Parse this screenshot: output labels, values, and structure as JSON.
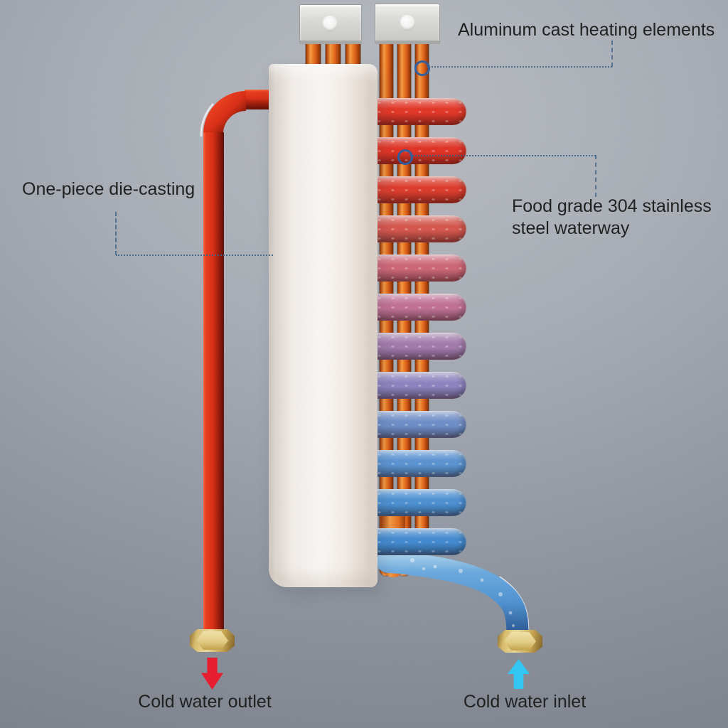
{
  "labels": {
    "heating_elements": "Aluminum cast heating elements",
    "die_casting": "One-piece die-casting",
    "waterway_lines": [
      "Food grade 304 stainless",
      "steel waterway"
    ],
    "outlet": "Cold water outlet",
    "inlet": "Cold water inlet"
  },
  "colors": {
    "background_light": "#b7bac1",
    "background_dark": "#7a7f89",
    "label_text": "#1c1c1c",
    "callout_line": "#3d6186",
    "callout_ring": "#2b5c9e",
    "outlet_arrow": "#e8192c",
    "inlet_arrow": "#2ec6f5",
    "rod_orange": "#ee7c25",
    "hot_pipe_red": "#d92c12",
    "cold_pipe_blue": "#4e93d2",
    "brass_gold": "#c9a64f",
    "shell_silver": "#faf7f4",
    "terminal_gray": "#c9c9c7"
  },
  "coil": {
    "loop_colors": [
      "#e23424",
      "#e03122",
      "#dc3a2a",
      "#d5544b",
      "#cd6474",
      "#c06f93",
      "#a179ab",
      "#8b82be",
      "#6d8cc7",
      "#5992d2",
      "#4a8fd3",
      "#4088ce"
    ]
  }
}
